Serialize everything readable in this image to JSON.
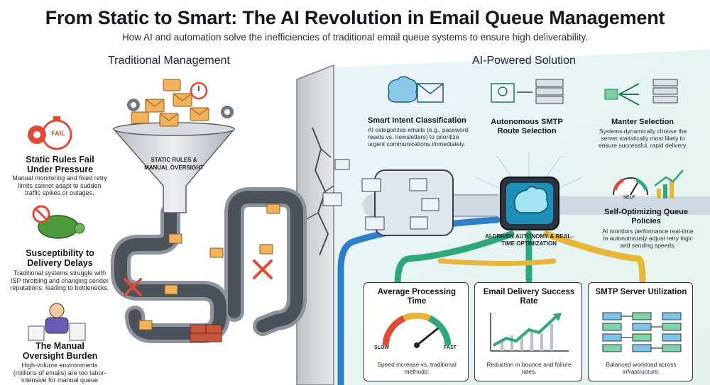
{
  "title": "From Static to Smart: The AI Revolution in Email Queue Management",
  "subtitle": "How AI and automation solve the inefficiencies of traditional email queue systems to ensure high deliverability.",
  "traditional": {
    "heading": "Traditional Management",
    "funnel_label": "STATIC RULES & MANUAL OVERSIGHT",
    "fail_badge": "FAIL",
    "items": [
      {
        "title": "Static Rules Fail Under Pressure",
        "text": "Manual monitoring and fixed retry limits cannot adapt to sudden traffic spikes or outages."
      },
      {
        "title": "Susceptibility to Delivery Delays",
        "text": "Traditional systems struggle with ISP throttling and changing sender reputations, leading to bottlenecks."
      },
      {
        "title": "The Manual Oversight Burden",
        "text": "High-volume environments (millions of emails) are too labor-intensive for manual queue management."
      }
    ]
  },
  "ai": {
    "heading": "AI-Powered Solution",
    "hub_label": "AI-DRIVEN AUTONOMY & REAL-TIME OPTIMIZATION",
    "gauge_label": "SELF",
    "features": [
      {
        "title": "Smart Intent Classification",
        "text": "AI categorizes emails (e.g., password resets vs. newsletters) to prioritize urgent communications immediately."
      },
      {
        "title": "Autonomous SMTP Route Selection",
        "text": ""
      },
      {
        "title": "Manter Selection",
        "text": "Systems dynamically choose the server statistically most likely to ensure successful, rapid delivery."
      },
      {
        "title": "Self-Optimizing Queue Policies",
        "text": "AI monitors performance real-time to autonomously adjust retry logic and sending speeds."
      }
    ],
    "metrics": [
      {
        "title": "Average Processing Time",
        "text": "Speed increase vs. traditional methods.",
        "slow": "SLOW",
        "fast": "FAST"
      },
      {
        "title": "Email Delivery Success Rate",
        "text": "Reduction in bounce and failure rates."
      },
      {
        "title": "SMTP Server Utilization",
        "text": "Balanced workload across infrastructure."
      }
    ]
  },
  "colors": {
    "pipe_blue": "#2f7fc6",
    "pipe_green": "#2ea77a",
    "pipe_yellow": "#e8b73a",
    "alert_red": "#e04a35",
    "envelope": "#f2b25c"
  }
}
